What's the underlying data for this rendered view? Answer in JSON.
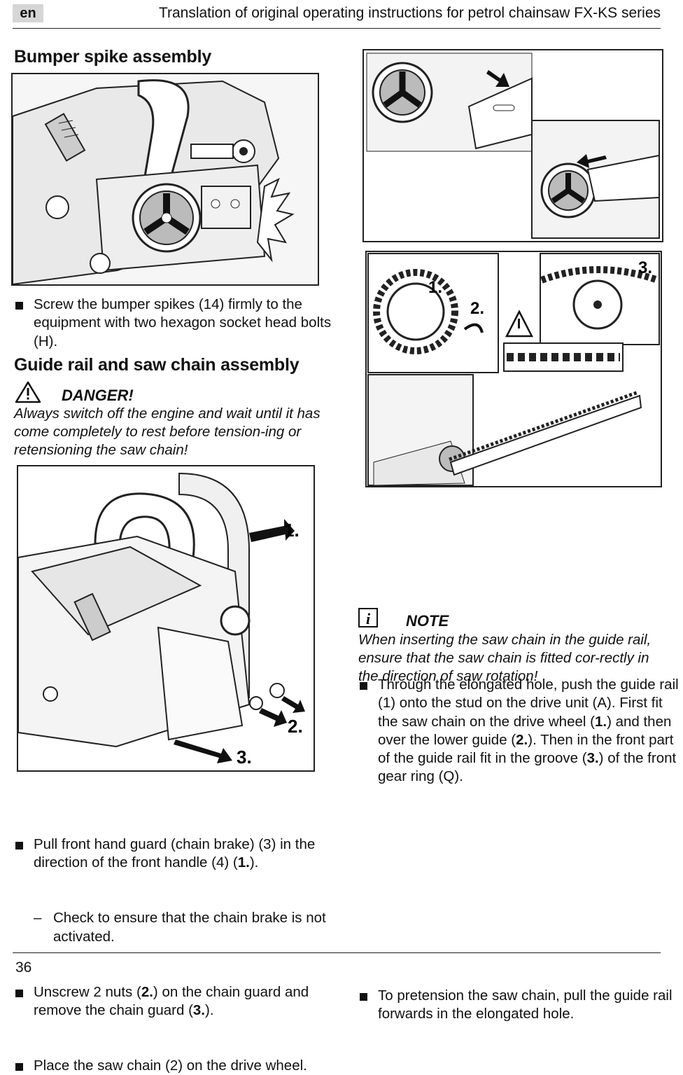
{
  "header": {
    "lang": "en",
    "title": "Translation of original operating instructions for petrol chainsaw FX-KS series"
  },
  "left": {
    "section1_title": "Bumper spike assembly",
    "bullet1": "Screw the bumper spikes (14) firmly to the equipment with two hexagon socket head bolts (H).",
    "section2_title": "Guide rail and saw chain assembly",
    "danger_label": "DANGER!",
    "danger_text": "Always switch off the engine and wait until it has come completely to rest before tension-ing or retensioning the saw chain!",
    "fig2_labels": {
      "l1": "1.",
      "l2": "2.",
      "l3": "3."
    },
    "b2_a": "Pull front hand guard (chain brake) (3) in the direction of the front handle (4) (",
    "b2_bold": "1.",
    "b2_b": ").",
    "dash1": "Check to ensure that the chain brake is not activated.",
    "b3_a": "Unscrew 2 nuts (",
    "b3_bold1": "2.",
    "b3_b": ") on the chain guard and remove the chain guard (",
    "b3_bold2": "3.",
    "b3_c": ").",
    "b4": "Place the saw chain (2) on the drive wheel."
  },
  "right": {
    "fig4_labels": {
      "l1": "1.",
      "l2": "2.",
      "l3": "3."
    },
    "r1_a": "Through the elongated hole, push the guide rail (1) onto the stud on the drive unit (A). First fit the saw chain on the drive wheel (",
    "r1_bold1": "1.",
    "r1_b": ") and then over the lower guide (",
    "r1_bold2": "2.",
    "r1_c": "). Then in the front part of the guide rail fit in the groove (",
    "r1_bold3": "3.",
    "r1_d": ") of the front gear ring (Q).",
    "note_label": "NOTE",
    "note_text": "When inserting the saw chain in the guide rail, ensure that the saw chain is fitted cor-rectly in the direction of saw rotation!",
    "r2": "To pretension the saw chain, pull the guide rail forwards in the elongated hole."
  },
  "footer": {
    "page": "36"
  }
}
